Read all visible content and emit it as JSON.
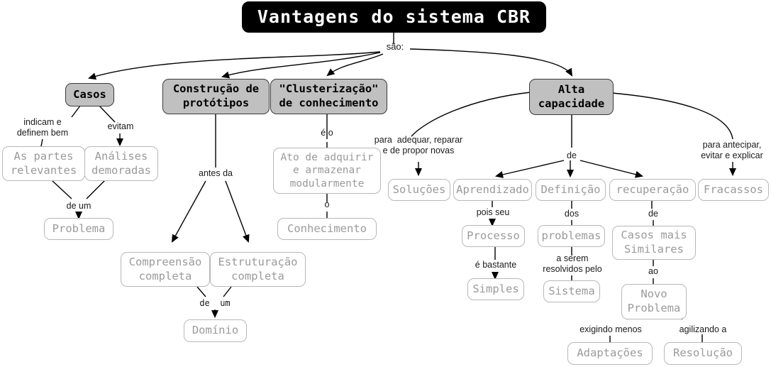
{
  "diagram": {
    "kind": "concept-map",
    "title": "Vantagens do sistema CBR",
    "root_link": "são:",
    "colors": {
      "title_bg": "#000000",
      "title_fg": "#ffffff",
      "main_node_bg": "#c0c0c0",
      "main_node_border": "#3a3a3a",
      "sub_node_bg": "#ffffff",
      "sub_node_border": "#b8b8b8",
      "sub_node_fg": "#9a9a9a",
      "edge": "#000000",
      "label_fg": "#1a1a1a"
    }
  },
  "nodes": {
    "title": "Vantagens do sistema CBR",
    "casos": "Casos",
    "construcao": "Construção de\nprotótipos",
    "clusterizacao": "\"Clusterização\"\nde conhecimento",
    "alta_capacidade": "Alta\ncapacidade",
    "partes_relevantes": "As partes\nrelevantes",
    "analises_demoradas": "Análises\ndemoradas",
    "problema": "Problema",
    "ato_adquirir": "Ato de adquirir\ne armazenar\nmodularmente",
    "conhecimento": "Conhecimento",
    "compreensao": "Compreensão\ncompleta",
    "estruturacao": "Estruturação\ncompleta",
    "dominio": "Domínio",
    "solucoes": "Soluções",
    "aprendizado": "Aprendizado",
    "definicao": "Definição",
    "recuperacao": "recuperação",
    "fracassos": "Fracassos",
    "processo": "Processo",
    "problemas": "problemas",
    "casos_mais_similares": "Casos mais\nSimilares",
    "simples": "Simples",
    "sistema": "Sistema",
    "novo_problema": "Novo\nProblema",
    "adaptacoes": "Adaptações",
    "resolucao": "Resolução"
  },
  "link_labels": {
    "sao": "são:",
    "indicam_definem": "indicam e\ndefinem bem",
    "evitam": "evitam",
    "de_um_problema": "de um",
    "antes_da": "antes da",
    "e_o": "é o",
    "o": "o",
    "de_um_dominio": "de  um",
    "para_adequar": "para  adequar, reparar\ne de propor novas",
    "de_alta": "de",
    "para_antecipar": "para antecipar,\nevitar e explicar",
    "pois_seu": "pois seu",
    "dos": "dos",
    "de_casos": "de",
    "e_bastante": "é bastante",
    "a_serem_resolvidos": "a serem\nresolvidos pelo",
    "ao": "ao",
    "exigindo_menos": "exigindo menos",
    "agilizando_a": "agilizando a"
  },
  "chart_data": {
    "type": "diagram",
    "title": "Vantagens do sistema CBR",
    "edges": [
      {
        "from": "title",
        "label": "são:",
        "to": [
          "casos",
          "construcao",
          "clusterizacao",
          "alta_capacidade"
        ]
      },
      {
        "from": "casos",
        "label": "indicam e definem bem",
        "to": [
          "partes_relevantes"
        ]
      },
      {
        "from": "casos",
        "label": "evitam",
        "to": [
          "analises_demoradas"
        ]
      },
      {
        "from": "partes_relevantes",
        "label": "de um",
        "to": [
          "problema"
        ]
      },
      {
        "from": "analises_demoradas",
        "label": "de um",
        "to": [
          "problema"
        ]
      },
      {
        "from": "construcao",
        "label": "antes da",
        "to": [
          "compreensao",
          "estruturacao"
        ]
      },
      {
        "from": "compreensao",
        "label": "de  um",
        "to": [
          "dominio"
        ]
      },
      {
        "from": "estruturacao",
        "label": "de  um",
        "to": [
          "dominio"
        ]
      },
      {
        "from": "clusterizacao",
        "label": "é o",
        "to": [
          "ato_adquirir"
        ]
      },
      {
        "from": "ato_adquirir",
        "label": "o",
        "to": [
          "conhecimento"
        ]
      },
      {
        "from": "alta_capacidade",
        "label": "para  adequar, reparar e de propor novas",
        "to": [
          "solucoes"
        ]
      },
      {
        "from": "alta_capacidade",
        "label": "de",
        "to": [
          "aprendizado",
          "definicao",
          "recuperacao"
        ]
      },
      {
        "from": "alta_capacidade",
        "label": "para antecipar, evitar e explicar",
        "to": [
          "fracassos"
        ]
      },
      {
        "from": "aprendizado",
        "label": "pois seu",
        "to": [
          "processo"
        ]
      },
      {
        "from": "processo",
        "label": "é bastante",
        "to": [
          "simples"
        ]
      },
      {
        "from": "definicao",
        "label": "dos",
        "to": [
          "problemas"
        ]
      },
      {
        "from": "problemas",
        "label": "a serem resolvidos pelo",
        "to": [
          "sistema"
        ]
      },
      {
        "from": "recuperacao",
        "label": "de",
        "to": [
          "casos_mais_similares"
        ]
      },
      {
        "from": "casos_mais_similares",
        "label": "ao",
        "to": [
          "novo_problema"
        ]
      },
      {
        "from": "novo_problema",
        "label": "exigindo menos",
        "to": [
          "adaptacoes"
        ]
      },
      {
        "from": "novo_problema",
        "label": "agilizando a",
        "to": [
          "resolucao"
        ]
      }
    ]
  }
}
